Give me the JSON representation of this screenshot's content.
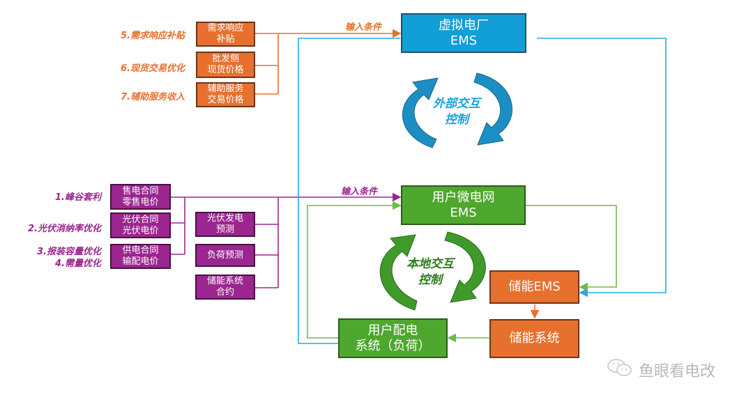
{
  "colors": {
    "orange": "#e8702f",
    "purple": "#9b268f",
    "blue": "#129ed6",
    "green": "#4ea72e",
    "line_blue": "#2aa8e0",
    "line_green": "#6dbb4a",
    "cycle_blue": "#1b8fc4",
    "cycle_green": "#3f9a2a"
  },
  "top_section": {
    "labels": [
      "5.需求响应补贴",
      "6.现货交易优化",
      "7.辅助服务收入"
    ],
    "boxes": [
      "需求响应\n补贴",
      "批发侧\n现货价格",
      "辅助服务\n交易价格"
    ],
    "input_label": "输入条件",
    "vpp_box": "虚拟电厂\nEMS",
    "cycle_text": "外部交互\n控制"
  },
  "bottom_section": {
    "labels": [
      "1.峰谷套利",
      "2.光伏消纳率优化",
      "3.报装容量优化",
      "4.需量优化"
    ],
    "contract_boxes": [
      "售电合同\n零售电价",
      "光伏合同\n光伏电价",
      "供电合同\n输配电价"
    ],
    "forecast_boxes": [
      "光伏发电\n预测",
      "负荷预测",
      "储能系统\n合约"
    ],
    "input_label": "输入条件",
    "microgrid_box": "用户微电网\nEMS",
    "storage_ems_box": "储能EMS",
    "storage_system_box": "储能系统",
    "distribution_box": "用户配电\n系统（负荷）",
    "cycle_text": "本地交互\n控制"
  },
  "watermark": {
    "icon": "wechat-icon",
    "text": "鱼眼看电改"
  }
}
